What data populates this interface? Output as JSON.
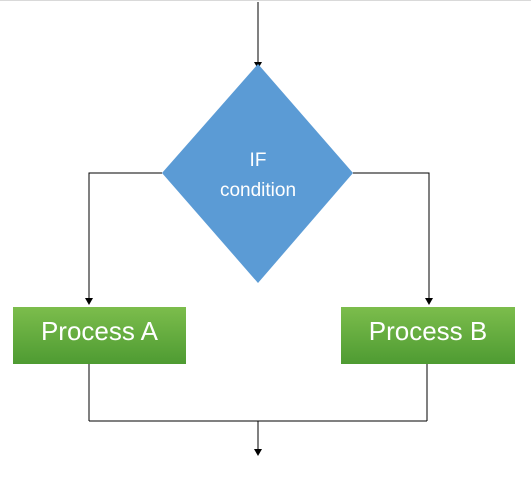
{
  "diagram": {
    "decision": {
      "line1": "IF",
      "line2": "condition",
      "fill": "#5b9bd5"
    },
    "process_a": {
      "label": "Process A",
      "fill_top": "#7cbd4c",
      "fill_bottom": "#4e9b32"
    },
    "process_b": {
      "label": "Process B",
      "fill_top": "#7cbd4c",
      "fill_bottom": "#4e9b32"
    },
    "connector_color": "#000000"
  }
}
